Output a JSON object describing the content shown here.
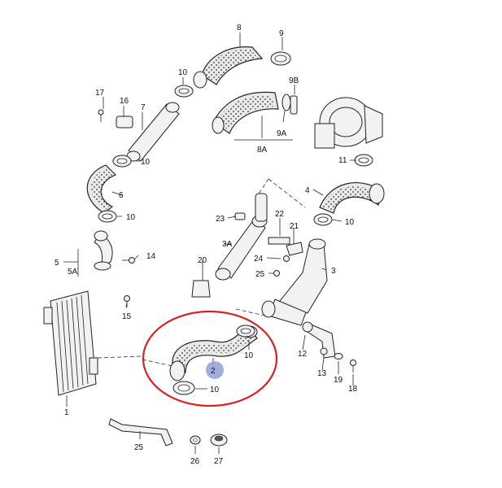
{
  "colors": {
    "highlight_ring": "#d9211f",
    "highlight_badge": "#8fa0d8",
    "ink": "#222222"
  },
  "labels": {
    "l8": "8",
    "l9": "9",
    "l10a": "10",
    "l9b": "9B",
    "l17": "17",
    "l16": "16",
    "l7": "7",
    "l9a": "9A",
    "l8a": "8A",
    "l10b": "10",
    "l11": "11",
    "l6": "6",
    "l4": "4",
    "l10c": "10",
    "l23": "23",
    "l22": "22",
    "l21": "21",
    "l10d": "10",
    "l3a": "3A",
    "l14": "14",
    "l5": "5",
    "l5a": "5A",
    "l20": "20",
    "l24": "24",
    "l3": "3",
    "l25a": "25",
    "l15": "15",
    "l10e": "10",
    "l12": "12",
    "l2": "2",
    "l13": "13",
    "l19": "19",
    "l18": "18",
    "l10f": "10",
    "l1": "1",
    "l25b": "25",
    "l26": "26",
    "l27": "27"
  }
}
